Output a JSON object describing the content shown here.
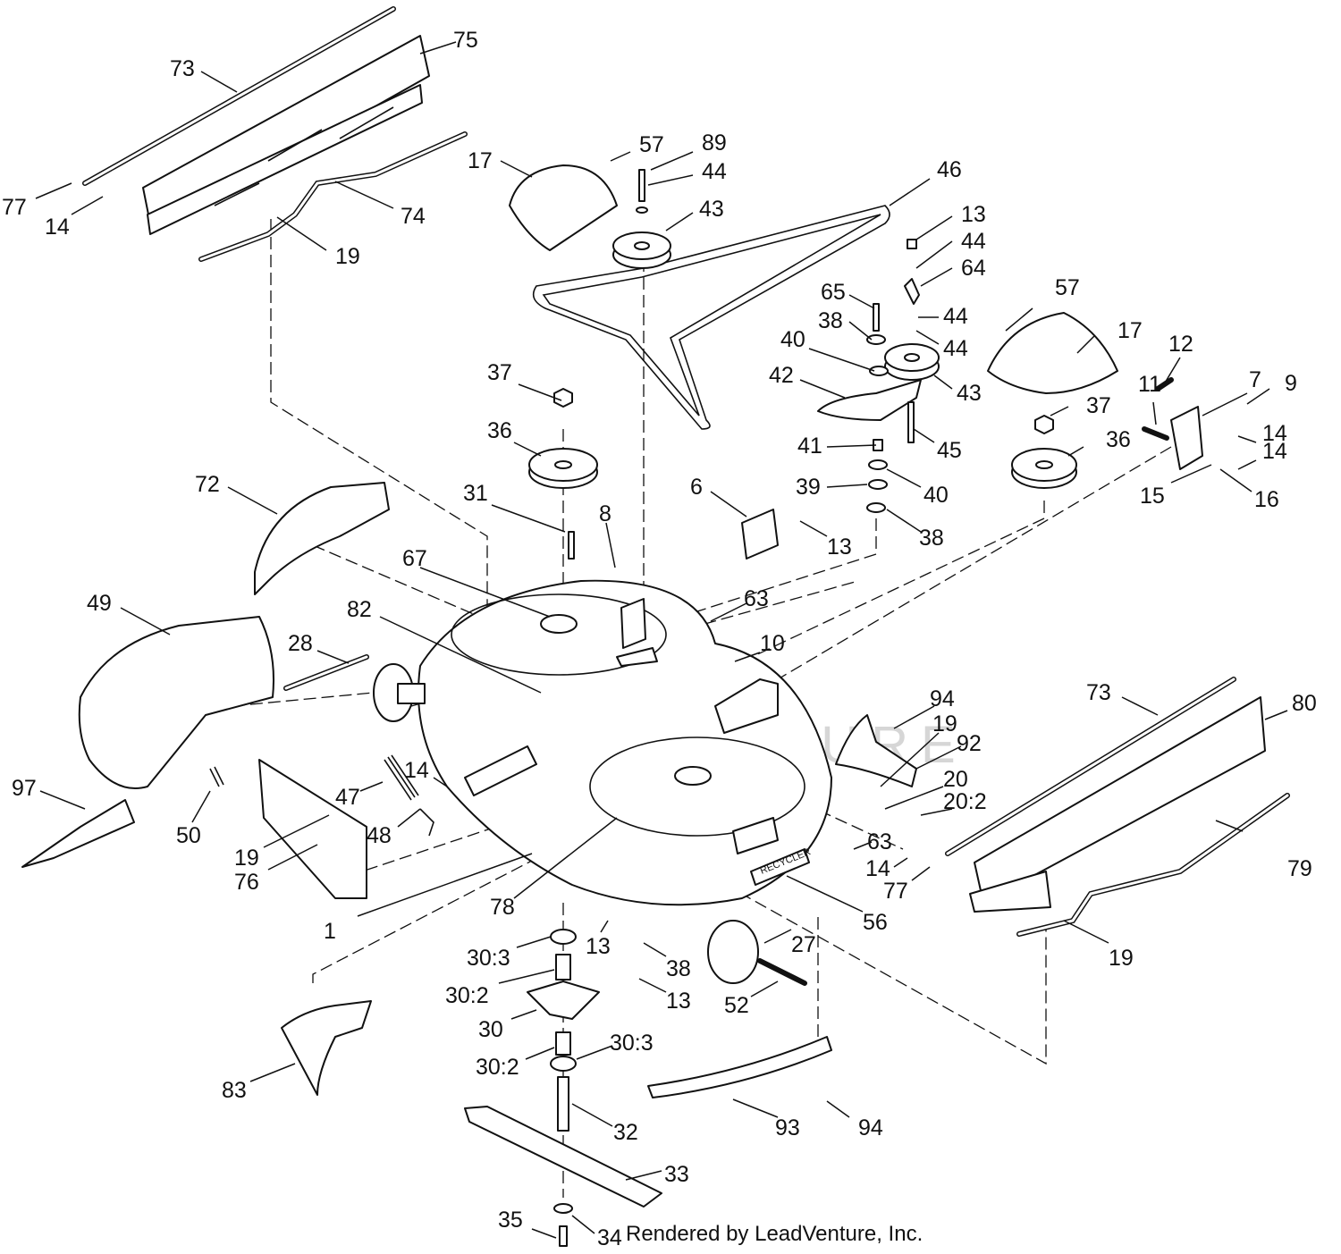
{
  "diagram": {
    "credit": "Rendered by LeadVenture, Inc.",
    "watermark": "LEADVENTURE",
    "deck_decal": "RECYCLER",
    "callouts": [
      {
        "id": "c-73a",
        "text": "73"
      },
      {
        "id": "c-75",
        "text": "75"
      },
      {
        "id": "c-77a",
        "text": "77"
      },
      {
        "id": "c-14a",
        "text": "14"
      },
      {
        "id": "c-74",
        "text": "74"
      },
      {
        "id": "c-19a",
        "text": "19"
      },
      {
        "id": "c-17a",
        "text": "17"
      },
      {
        "id": "c-57a",
        "text": "57"
      },
      {
        "id": "c-89",
        "text": "89"
      },
      {
        "id": "c-44a",
        "text": "44"
      },
      {
        "id": "c-43a",
        "text": "43"
      },
      {
        "id": "c-46",
        "text": "46"
      },
      {
        "id": "c-13a",
        "text": "13"
      },
      {
        "id": "c-44b",
        "text": "44"
      },
      {
        "id": "c-64",
        "text": "64"
      },
      {
        "id": "c-65",
        "text": "65"
      },
      {
        "id": "c-38a",
        "text": "38"
      },
      {
        "id": "c-44c",
        "text": "44"
      },
      {
        "id": "c-44d",
        "text": "44"
      },
      {
        "id": "c-57b",
        "text": "57"
      },
      {
        "id": "c-17b",
        "text": "17"
      },
      {
        "id": "c-40a",
        "text": "40"
      },
      {
        "id": "c-43b",
        "text": "43"
      },
      {
        "id": "c-42",
        "text": "42"
      },
      {
        "id": "c-37a",
        "text": "37"
      },
      {
        "id": "c-12",
        "text": "12"
      },
      {
        "id": "c-11",
        "text": "11"
      },
      {
        "id": "c-7",
        "text": "7"
      },
      {
        "id": "c-9",
        "text": "9"
      },
      {
        "id": "c-37b",
        "text": "37"
      },
      {
        "id": "c-36a",
        "text": "36"
      },
      {
        "id": "c-41",
        "text": "41"
      },
      {
        "id": "c-45",
        "text": "45"
      },
      {
        "id": "c-36b",
        "text": "36"
      },
      {
        "id": "c-14b",
        "text": "14"
      },
      {
        "id": "c-14c",
        "text": "14"
      },
      {
        "id": "c-15",
        "text": "15"
      },
      {
        "id": "c-16",
        "text": "16"
      },
      {
        "id": "c-39",
        "text": "39"
      },
      {
        "id": "c-40b",
        "text": "40"
      },
      {
        "id": "c-72",
        "text": "72"
      },
      {
        "id": "c-6",
        "text": "6"
      },
      {
        "id": "c-31",
        "text": "31"
      },
      {
        "id": "c-8",
        "text": "8"
      },
      {
        "id": "c-13b",
        "text": "13"
      },
      {
        "id": "c-38b",
        "text": "38"
      },
      {
        "id": "c-67",
        "text": "67"
      },
      {
        "id": "c-49",
        "text": "49"
      },
      {
        "id": "c-63a",
        "text": "63"
      },
      {
        "id": "c-82",
        "text": "82"
      },
      {
        "id": "c-28",
        "text": "28"
      },
      {
        "id": "c-10",
        "text": "10"
      },
      {
        "id": "c-73b",
        "text": "73"
      },
      {
        "id": "c-80",
        "text": "80"
      },
      {
        "id": "c-94a",
        "text": "94"
      },
      {
        "id": "c-19b",
        "text": "19"
      },
      {
        "id": "c-92",
        "text": "92"
      },
      {
        "id": "c-14d",
        "text": "14"
      },
      {
        "id": "c-20",
        "text": "20"
      },
      {
        "id": "c-20-2",
        "text": "20:2"
      },
      {
        "id": "c-97",
        "text": "97"
      },
      {
        "id": "c-47",
        "text": "47"
      },
      {
        "id": "c-50",
        "text": "50"
      },
      {
        "id": "c-19c",
        "text": "19"
      },
      {
        "id": "c-48",
        "text": "48"
      },
      {
        "id": "c-76",
        "text": "76"
      },
      {
        "id": "c-78",
        "text": "78"
      },
      {
        "id": "c-63b",
        "text": "63"
      },
      {
        "id": "c-14e",
        "text": "14"
      },
      {
        "id": "c-79",
        "text": "79"
      },
      {
        "id": "c-77b",
        "text": "77"
      },
      {
        "id": "c-56",
        "text": "56"
      },
      {
        "id": "c-1",
        "text": "1"
      },
      {
        "id": "c-19d",
        "text": "19"
      },
      {
        "id": "c-30-3a",
        "text": "30:3"
      },
      {
        "id": "c-13c",
        "text": "13"
      },
      {
        "id": "c-27",
        "text": "27"
      },
      {
        "id": "c-38c",
        "text": "38"
      },
      {
        "id": "c-30-2a",
        "text": "30:2"
      },
      {
        "id": "c-13d",
        "text": "13"
      },
      {
        "id": "c-52",
        "text": "52"
      },
      {
        "id": "c-30",
        "text": "30"
      },
      {
        "id": "c-30-2b",
        "text": "30:2"
      },
      {
        "id": "c-30-3b",
        "text": "30:3"
      },
      {
        "id": "c-83",
        "text": "83"
      },
      {
        "id": "c-93",
        "text": "93"
      },
      {
        "id": "c-94b",
        "text": "94"
      },
      {
        "id": "c-32",
        "text": "32"
      },
      {
        "id": "c-33",
        "text": "33"
      },
      {
        "id": "c-35",
        "text": "35"
      },
      {
        "id": "c-34",
        "text": "34"
      }
    ]
  }
}
